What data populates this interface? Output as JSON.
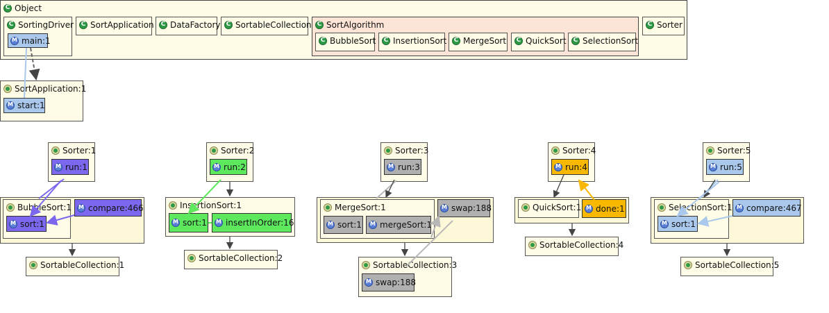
{
  "diagram": {
    "object_pkg": "Object",
    "sort_algorithm_pkg": "SortAlgorithm",
    "classes": {
      "sorting_driver": "SortingDriver",
      "sort_application": "SortApplication",
      "data_factory": "DataFactory",
      "sortable_collection": "SortableCollection",
      "bubble_sort": "BubbleSort",
      "insertion_sort": "InsertionSort",
      "merge_sort": "MergeSort",
      "quick_sort": "QuickSort",
      "selection_sort": "SelectionSort",
      "sorter": "Sorter"
    },
    "main_method": "main:1",
    "app_instance": "SortApplication:1",
    "start_method": "start:1",
    "groups": [
      {
        "sorter": "Sorter:1",
        "run": "run:1",
        "color": "#7b68ee",
        "algo": "BubbleSort:1",
        "methods": [
          "sort:1",
          "compare:466"
        ],
        "collection": "SortableCollection:1"
      },
      {
        "sorter": "Sorter:2",
        "run": "run:2",
        "color": "#5ee85e",
        "algo": "InsertionSort:1",
        "methods": [
          "sort:1",
          "insertInOrder:16"
        ],
        "collection": "SortableCollection:2"
      },
      {
        "sorter": "Sorter:3",
        "run": "run:3",
        "color": "#b0b0b0",
        "algo": "MergeSort:1",
        "methods": [
          "sort:1",
          "mergeSort:1",
          "swap:188"
        ],
        "collection": "SortableCollection:3",
        "collection_method": "swap:188"
      },
      {
        "sorter": "Sorter:4",
        "run": "run:4",
        "color": "#f8b800",
        "algo": "QuickSort:1",
        "methods": [
          "done:1"
        ],
        "collection": "SortableCollection:4"
      },
      {
        "sorter": "Sorter:5",
        "run": "run:5",
        "color": "#a9c8ec",
        "algo": "SelectionSort:1",
        "methods": [
          "sort:1",
          "compare:467"
        ],
        "collection": "SortableCollection:5"
      }
    ]
  }
}
